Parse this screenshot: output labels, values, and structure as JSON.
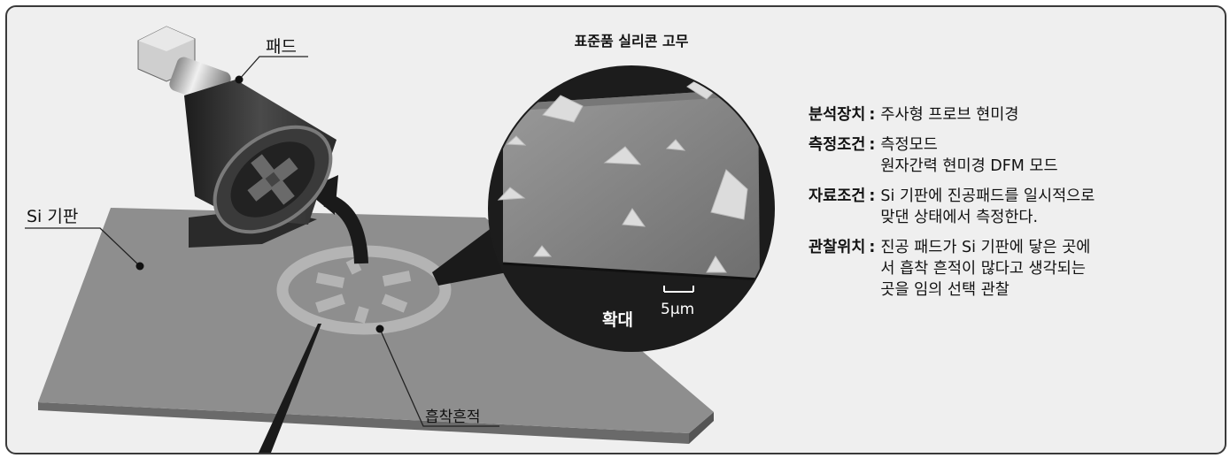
{
  "labels": {
    "pad": "패드",
    "substrate": "Si 기판",
    "suction_mark": "흡착흔적",
    "sample_title": "표준품 실리콘 고무",
    "magnify": "확대",
    "scale": "5µm"
  },
  "info": [
    {
      "key": "분석장치",
      "lines": [
        "주사형 프로브 현미경"
      ]
    },
    {
      "key": "측정조건",
      "lines": [
        "측정모드",
        "원자간력 현미경 DFM 모드"
      ]
    },
    {
      "key": "자료조건",
      "lines": [
        "Si 기판에 진공패드를 일시적으로",
        "맞댄 상태에서 측정한다."
      ]
    },
    {
      "key": "관찰위치",
      "lines": [
        "진공 패드가 Si 기판에 닿은 곳에",
        "서 흡착 흔적이 많다고 생각되는",
        "곳을 임의 선택 관찰"
      ]
    }
  ]
}
